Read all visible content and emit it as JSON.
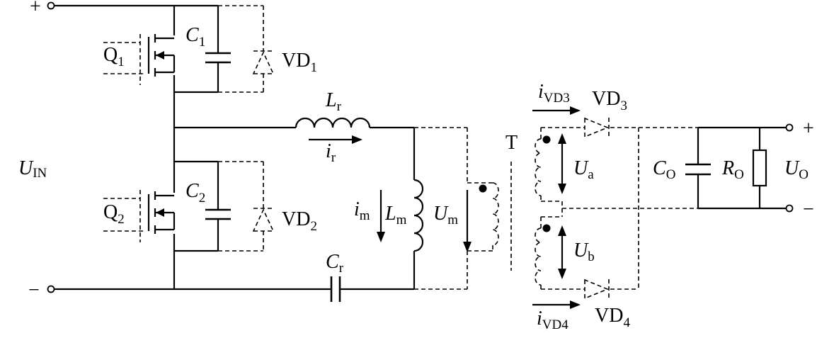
{
  "terminals": {
    "in_plus": "+",
    "in_minus": "−",
    "out_plus": "+",
    "out_minus": "−"
  },
  "labels": {
    "uin": {
      "main": "U",
      "sub": "IN"
    },
    "q1": {
      "main": "Q",
      "sub": "1"
    },
    "q2": {
      "main": "Q",
      "sub": "2"
    },
    "c1": {
      "main": "C",
      "sub": "1"
    },
    "c2": {
      "main": "C",
      "sub": "2"
    },
    "vd1": {
      "main": "VD",
      "sub": "1"
    },
    "vd2": {
      "main": "VD",
      "sub": "2"
    },
    "vd3": {
      "main": "VD",
      "sub": "3"
    },
    "vd4": {
      "main": "VD",
      "sub": "4"
    },
    "lr": {
      "main": "L",
      "sub": "r"
    },
    "ir": {
      "main": "i",
      "sub": "r"
    },
    "cr": {
      "main": "C",
      "sub": "r"
    },
    "im": {
      "main": "i",
      "sub": "m"
    },
    "lm": {
      "main": "L",
      "sub": "m"
    },
    "um": {
      "main": "U",
      "sub": "m"
    },
    "t": "T",
    "ua": {
      "main": "U",
      "sub": "a"
    },
    "ub": {
      "main": "U",
      "sub": "b"
    },
    "ivd3": {
      "main": "i",
      "sub": "VD3"
    },
    "ivd4": {
      "main": "i",
      "sub": "VD4"
    },
    "co": {
      "main": "C",
      "sub": "O"
    },
    "ro": {
      "main": "R",
      "sub": "O"
    },
    "uo": {
      "main": "U",
      "sub": "O"
    }
  }
}
